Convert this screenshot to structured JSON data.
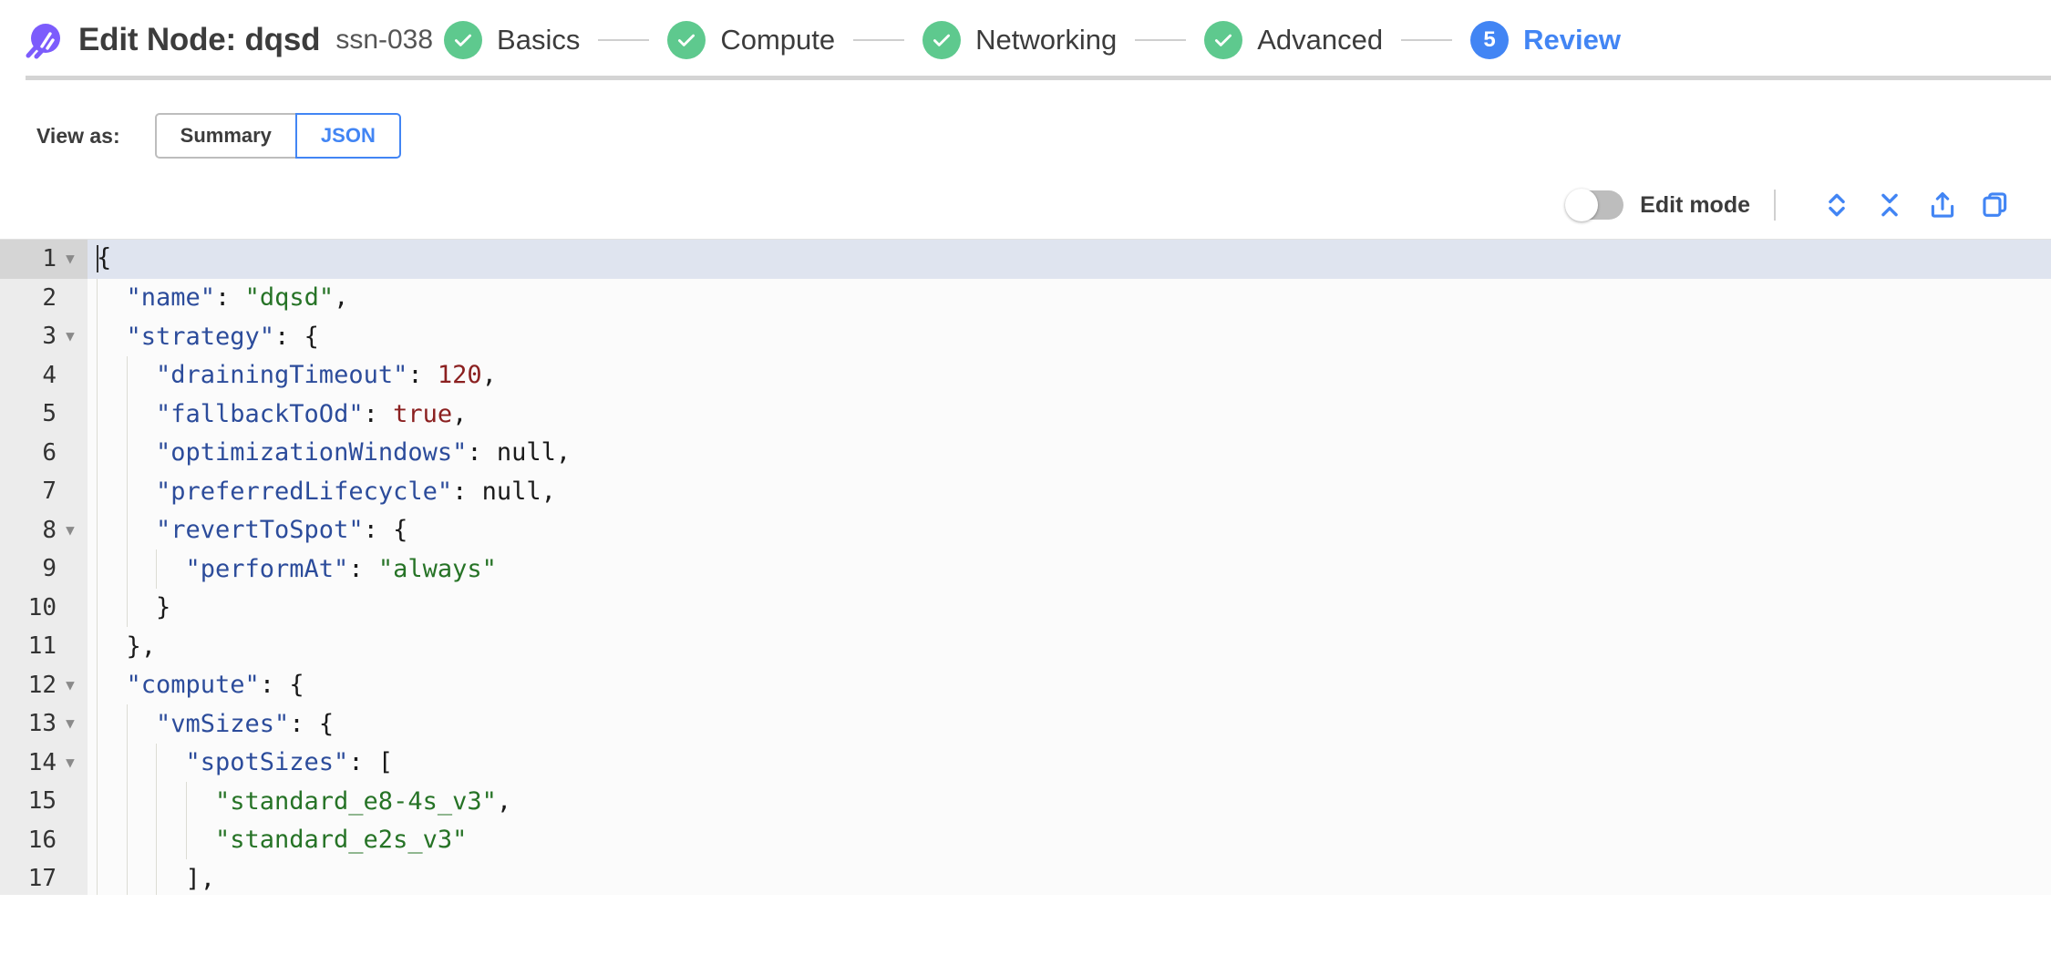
{
  "header": {
    "logo_icon": "rocket-logo-icon",
    "logo_color": "#7c5cfc",
    "title": "Edit Node: dqsd",
    "subtitle": "ssn-038",
    "stepper": {
      "steps": [
        {
          "label": "Basics",
          "state": "done",
          "marker": "check"
        },
        {
          "label": "Compute",
          "state": "done",
          "marker": "check"
        },
        {
          "label": "Networking",
          "state": "done",
          "marker": "check"
        },
        {
          "label": "Advanced",
          "state": "done",
          "marker": "check"
        },
        {
          "label": "Review",
          "state": "active",
          "marker": "5"
        }
      ],
      "done_color": "#5ec98e",
      "active_color": "#4285f4"
    }
  },
  "view_as": {
    "label": "View as:",
    "options": [
      {
        "label": "Summary",
        "selected": false
      },
      {
        "label": "JSON",
        "selected": true
      }
    ]
  },
  "editor_toolbar": {
    "edit_mode_label": "Edit mode",
    "edit_mode_on": false,
    "icons": [
      {
        "name": "expand-all-icon",
        "title": "Expand all"
      },
      {
        "name": "collapse-all-icon",
        "title": "Collapse all"
      },
      {
        "name": "share-export-icon",
        "title": "Export"
      },
      {
        "name": "copy-icon",
        "title": "Copy"
      }
    ],
    "icon_color": "#4285f4"
  },
  "json_editor": {
    "active_line": 1,
    "lines": [
      {
        "n": 1,
        "fold": true,
        "indent": 0,
        "tokens": [
          {
            "t": "punc",
            "v": "{"
          }
        ],
        "cursor": true
      },
      {
        "n": 2,
        "fold": false,
        "indent": 1,
        "tokens": [
          {
            "t": "key",
            "v": "\"name\""
          },
          {
            "t": "punc",
            "v": ": "
          },
          {
            "t": "str",
            "v": "\"dqsd\""
          },
          {
            "t": "punc",
            "v": ","
          }
        ]
      },
      {
        "n": 3,
        "fold": true,
        "indent": 1,
        "tokens": [
          {
            "t": "key",
            "v": "\"strategy\""
          },
          {
            "t": "punc",
            "v": ": {"
          }
        ]
      },
      {
        "n": 4,
        "fold": false,
        "indent": 2,
        "tokens": [
          {
            "t": "key",
            "v": "\"drainingTimeout\""
          },
          {
            "t": "punc",
            "v": ": "
          },
          {
            "t": "num",
            "v": "120"
          },
          {
            "t": "punc",
            "v": ","
          }
        ]
      },
      {
        "n": 5,
        "fold": false,
        "indent": 2,
        "tokens": [
          {
            "t": "key",
            "v": "\"fallbackToOd\""
          },
          {
            "t": "punc",
            "v": ": "
          },
          {
            "t": "bool",
            "v": "true"
          },
          {
            "t": "punc",
            "v": ","
          }
        ]
      },
      {
        "n": 6,
        "fold": false,
        "indent": 2,
        "tokens": [
          {
            "t": "key",
            "v": "\"optimizationWindows\""
          },
          {
            "t": "punc",
            "v": ": "
          },
          {
            "t": "null",
            "v": "null"
          },
          {
            "t": "punc",
            "v": ","
          }
        ]
      },
      {
        "n": 7,
        "fold": false,
        "indent": 2,
        "tokens": [
          {
            "t": "key",
            "v": "\"preferredLifecycle\""
          },
          {
            "t": "punc",
            "v": ": "
          },
          {
            "t": "null",
            "v": "null"
          },
          {
            "t": "punc",
            "v": ","
          }
        ]
      },
      {
        "n": 8,
        "fold": true,
        "indent": 2,
        "tokens": [
          {
            "t": "key",
            "v": "\"revertToSpot\""
          },
          {
            "t": "punc",
            "v": ": {"
          }
        ]
      },
      {
        "n": 9,
        "fold": false,
        "indent": 3,
        "tokens": [
          {
            "t": "key",
            "v": "\"performAt\""
          },
          {
            "t": "punc",
            "v": ": "
          },
          {
            "t": "str",
            "v": "\"always\""
          }
        ]
      },
      {
        "n": 10,
        "fold": false,
        "indent": 2,
        "tokens": [
          {
            "t": "punc",
            "v": "}"
          }
        ]
      },
      {
        "n": 11,
        "fold": false,
        "indent": 1,
        "tokens": [
          {
            "t": "punc",
            "v": "},"
          }
        ]
      },
      {
        "n": 12,
        "fold": true,
        "indent": 1,
        "tokens": [
          {
            "t": "key",
            "v": "\"compute\""
          },
          {
            "t": "punc",
            "v": ": {"
          }
        ]
      },
      {
        "n": 13,
        "fold": true,
        "indent": 2,
        "tokens": [
          {
            "t": "key",
            "v": "\"vmSizes\""
          },
          {
            "t": "punc",
            "v": ": {"
          }
        ]
      },
      {
        "n": 14,
        "fold": true,
        "indent": 3,
        "tokens": [
          {
            "t": "key",
            "v": "\"spotSizes\""
          },
          {
            "t": "punc",
            "v": ": ["
          }
        ]
      },
      {
        "n": 15,
        "fold": false,
        "indent": 4,
        "tokens": [
          {
            "t": "str",
            "v": "\"standard_e8-4s_v3\""
          },
          {
            "t": "punc",
            "v": ","
          }
        ]
      },
      {
        "n": 16,
        "fold": false,
        "indent": 4,
        "tokens": [
          {
            "t": "str",
            "v": "\"standard_e2s_v3\""
          }
        ]
      },
      {
        "n": 17,
        "fold": false,
        "indent": 3,
        "tokens": [
          {
            "t": "punc",
            "v": "],"
          }
        ]
      }
    ],
    "colors": {
      "key": "#2c4c9b",
      "string": "#267326",
      "number": "#8b2020",
      "boolean": "#8b2020",
      "null": "#1a1a1a",
      "punctuation": "#1a1a1a",
      "gutter_bg": "#ececec",
      "active_line_bg": "#dfe4ef",
      "editor_bg": "#fbfbfb"
    }
  }
}
